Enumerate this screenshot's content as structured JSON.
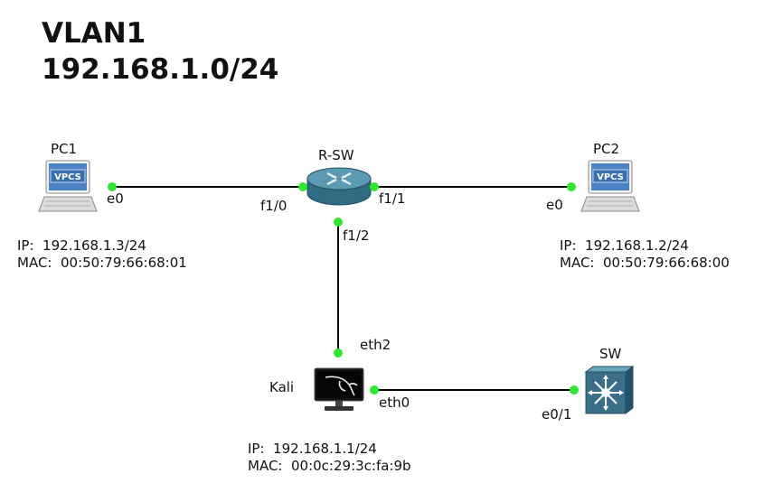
{
  "title": {
    "line1": "VLAN1",
    "line2": "192.168.1.0/24"
  },
  "colors": {
    "link": "#000000",
    "port_up": "#2ee82e",
    "router_body": "#3f7f97",
    "switch_body": "#3b6e88",
    "vpcs_badge": "#3a78bd"
  },
  "nodes": {
    "pc1": {
      "name": "PC1",
      "icon": "vpcs-icon",
      "badge": "VPCS",
      "ip_line": "IP:  192.168.1.3/24",
      "mac_line": "MAC:  00:50:79:66:68:01"
    },
    "pc2": {
      "name": "PC2",
      "icon": "vpcs-icon",
      "badge": "VPCS",
      "ip_line": "IP:  192.168.1.2/24",
      "mac_line": "MAC:  00:50:79:66:68:00"
    },
    "router": {
      "name": "R-SW",
      "icon": "router-icon"
    },
    "kali": {
      "name": "Kali",
      "icon": "kali-monitor-icon",
      "ip_line": "IP:  192.168.1.1/24",
      "mac_line": "MAC:  00:0c:29:3c:fa:9b"
    },
    "sw": {
      "name": "SW",
      "icon": "multilayer-switch-icon"
    }
  },
  "ports": {
    "pc1_e0": "e0",
    "router_f1_0": "f1/0",
    "router_f1_1": "f1/1",
    "pc2_e0": "e0",
    "router_f1_2": "f1/2",
    "kali_eth2": "eth2",
    "kali_eth0": "eth0",
    "sw_e0_1": "e0/1"
  }
}
